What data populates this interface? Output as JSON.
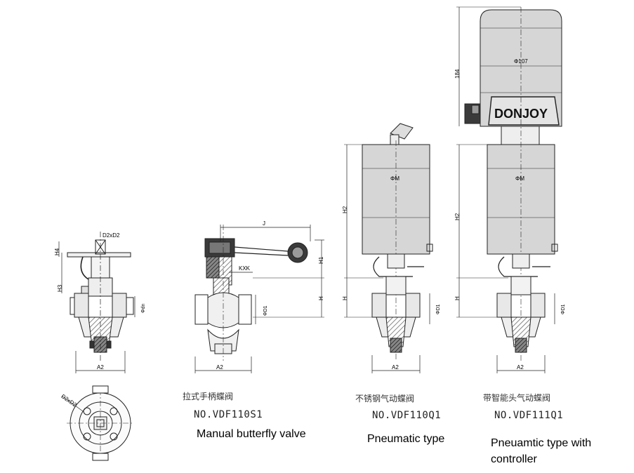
{
  "brand": "DONJOY",
  "dimensions": {
    "a2": "A2",
    "d1": "ΦD1",
    "dn": "Φdn",
    "h": "H",
    "h1": "H1",
    "h2": "H2",
    "h3": "H3",
    "h4": "H4",
    "j": "J",
    "kxk": "KXK",
    "d2xd2": "D2xD2",
    "phi_m": "ΦM",
    "phi107": "Φ107",
    "h184": "184"
  },
  "valves": [
    {
      "cn": "拉式手柄蝶阀",
      "model": "NO.VDF110S1",
      "en": "Manual butterfly valve"
    },
    {
      "cn": "不锈钢气动蝶阀",
      "model": "NO.VDF110Q1",
      "en": "Pneumatic type"
    },
    {
      "cn": "带智能头气动蝶阀",
      "model": "NO.VDF111Q1",
      "en_line1": "Pneuamtic type with",
      "en_line2": "controller"
    }
  ],
  "colors": {
    "line": "#222222",
    "body_fill": "#e6e6e6",
    "actuator_fill": "#d6d6d6",
    "handle_fill": "#3a3a3a",
    "hatch": "#555555"
  }
}
